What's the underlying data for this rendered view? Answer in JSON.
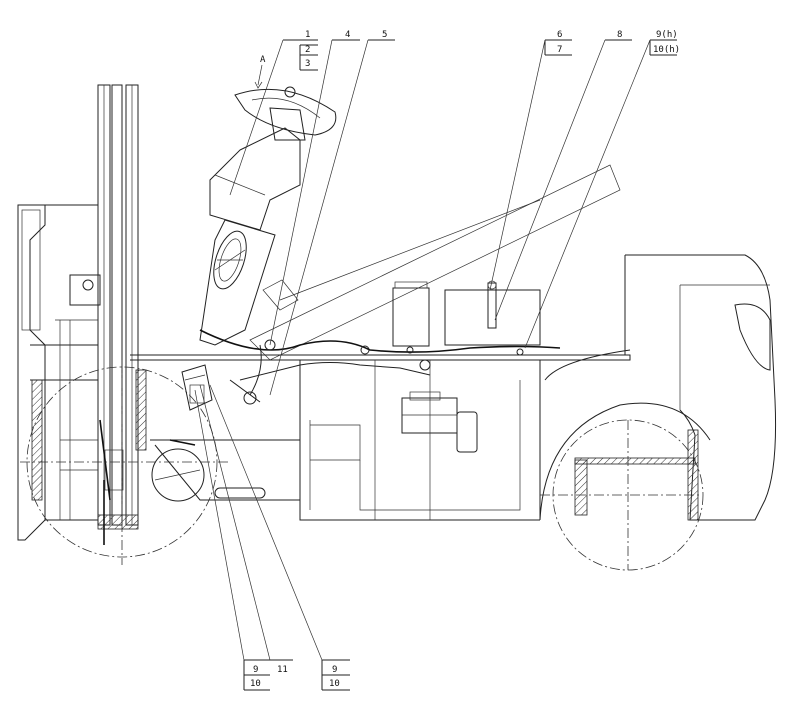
{
  "callouts": {
    "c1": "1",
    "c2": "2",
    "c3": "3",
    "c4": "4",
    "c5": "5",
    "c6": "6",
    "c7": "7",
    "c8": "8",
    "c9h": "9(h)",
    "c10h": "10(h)",
    "bl9": "9",
    "bl10": "10",
    "bl11": "11",
    "br9": "9",
    "br10": "10",
    "viewA": "A"
  }
}
